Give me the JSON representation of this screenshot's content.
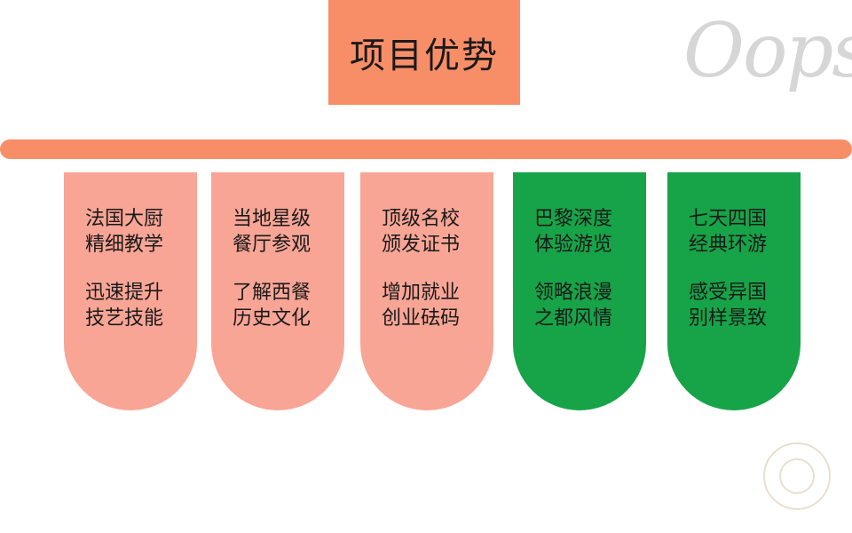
{
  "title": "项目优势",
  "watermark": "Oops",
  "colors": {
    "accent": "#f88e67",
    "card_pink": "#f8a596",
    "card_green": "#17a348"
  },
  "cards": [
    {
      "style": "pink",
      "lines": [
        [
          "法国大厨",
          "精细教学"
        ],
        [
          "迅速提升",
          "技艺技能"
        ]
      ]
    },
    {
      "style": "pink",
      "lines": [
        [
          "当地星级",
          "餐厅参观"
        ],
        [
          "了解西餐",
          "历史文化"
        ]
      ]
    },
    {
      "style": "pink",
      "lines": [
        [
          "顶级名校",
          "颁发证书"
        ],
        [
          "增加就业",
          "创业砝码"
        ]
      ]
    },
    {
      "style": "green",
      "lines": [
        [
          "巴黎深度",
          "体验游览"
        ],
        [
          "领略浪漫",
          "之都风情"
        ]
      ]
    },
    {
      "style": "green",
      "lines": [
        [
          "七天四国",
          "经典环游"
        ],
        [
          "感受异国",
          "别样景致"
        ]
      ]
    }
  ]
}
